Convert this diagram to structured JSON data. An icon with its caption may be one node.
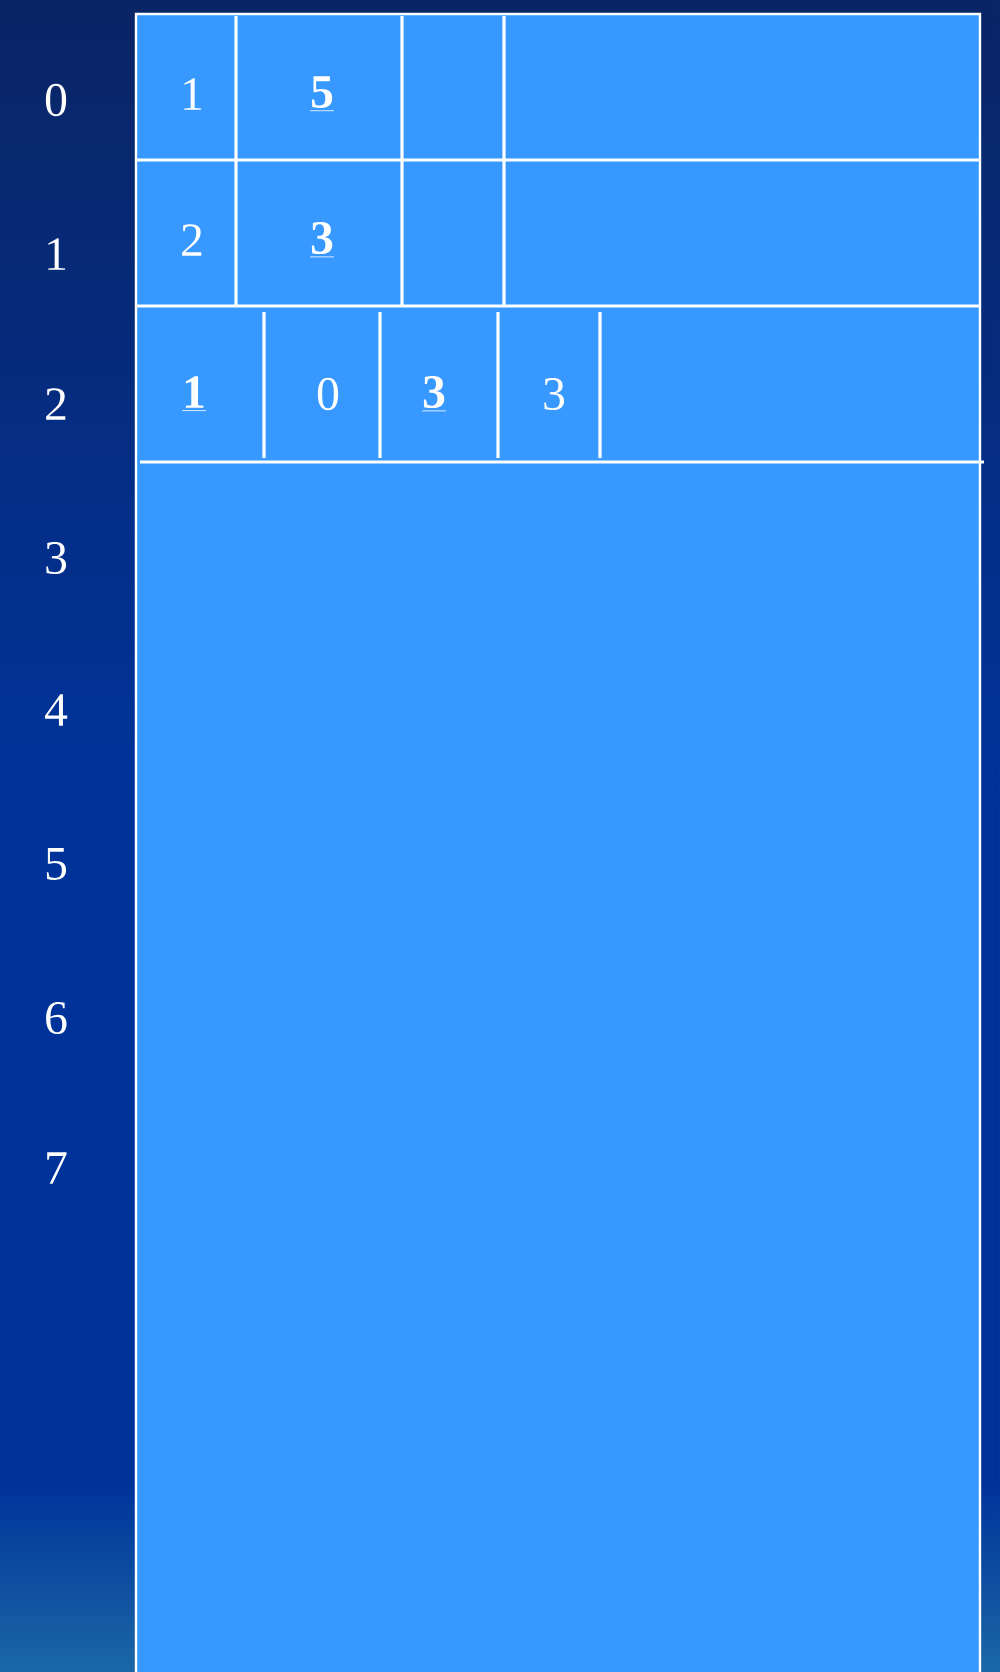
{
  "diagram": {
    "labels": [
      "0",
      "1",
      "5",
      "1",
      "2",
      "3",
      "2",
      "1",
      "0",
      "3",
      "3",
      "3",
      "4",
      "5",
      "6",
      "7"
    ]
  }
}
